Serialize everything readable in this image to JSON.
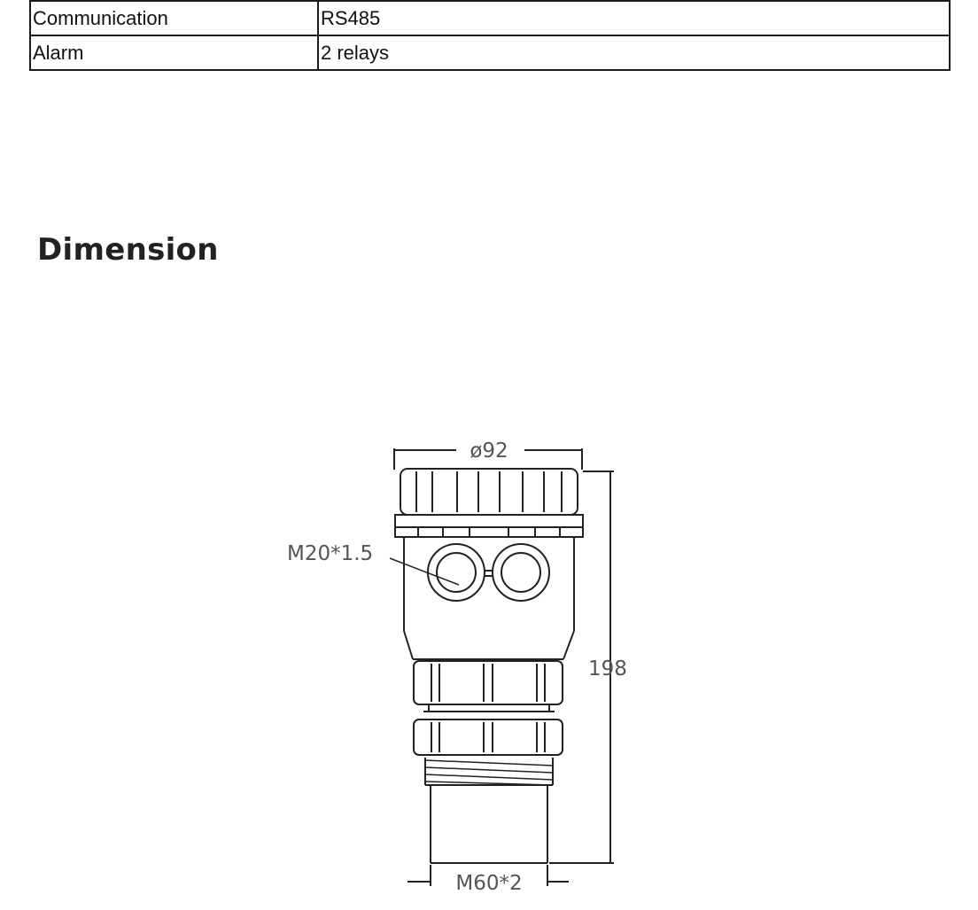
{
  "spec_table": {
    "rows": [
      {
        "label": "Communication",
        "value": "RS485"
      },
      {
        "label": "Alarm",
        "value": "2 relays"
      }
    ]
  },
  "section": {
    "title": "Dimension"
  },
  "drawing": {
    "top_diameter": "ø92",
    "cable_gland_thread": "M20*1.5",
    "total_height": "198",
    "mount_thread": "M60*2"
  }
}
